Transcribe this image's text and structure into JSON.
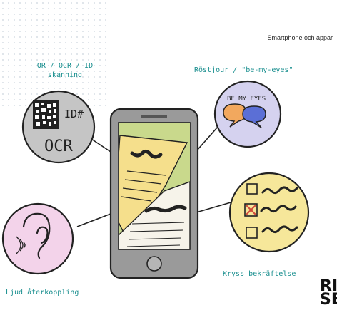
{
  "header": {
    "title": "Smartphone och appar"
  },
  "labels": {
    "scan": "QR / OCR / ID skanning",
    "voice": "Röstjour / \"be-my-eyes\"",
    "check": "Kryss bekräftelse",
    "audio": "Ljud återkoppling"
  },
  "bubbles": {
    "scan_id": "ID#",
    "scan_ocr": "OCR",
    "voice_title": "BE MY EYES"
  },
  "logo": {
    "line1": "RI",
    "line2": "SE"
  },
  "colors": {
    "teal_text": "#1a8f8f",
    "bubble_gray": "#c5c5c5",
    "bubble_lavender": "#d5d2ef",
    "bubble_yellow": "#f6e79a",
    "bubble_pink": "#f3d3ea",
    "screen_green": "#c9d98c",
    "doc_yellow": "#f5df8c",
    "phone_body": "#9a9a9a",
    "speech_orange": "#f2a85e",
    "speech_blue": "#5b6fd6",
    "cross_red": "#d24a3a"
  }
}
